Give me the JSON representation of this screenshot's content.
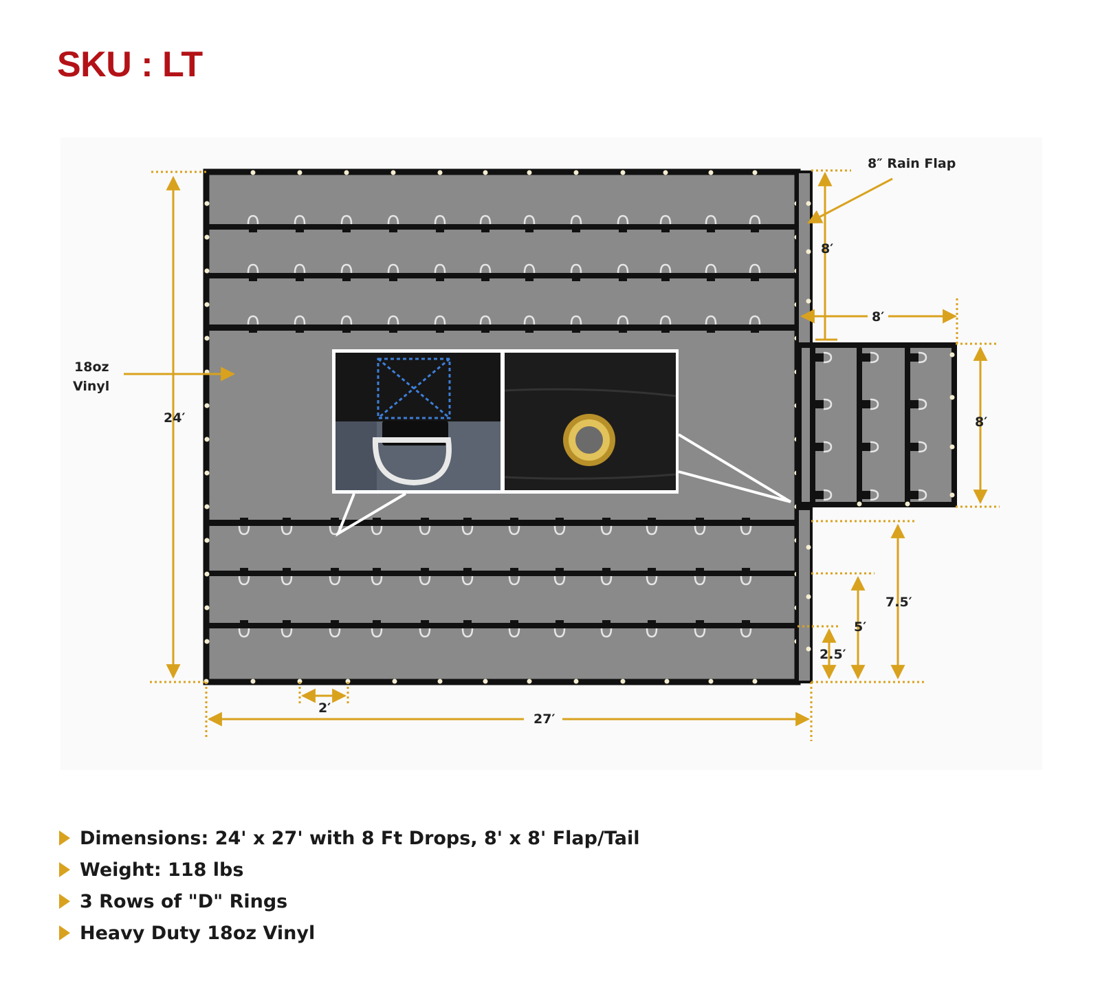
{
  "header": {
    "sku_label": "SKU : LT"
  },
  "labels": {
    "rain_flap": "8″ Rain Flap",
    "material": [
      "18oz",
      "Vinyl"
    ],
    "height": "24′",
    "width": "27′",
    "grommet_spacing": "2′",
    "drop_height": "8′",
    "tail_width": "8′",
    "tail_height": "8′",
    "spacing_7_5": "7.5′",
    "spacing_5": "5′",
    "spacing_2_5": "2.5′"
  },
  "specs": [
    "Dimensions: 24' x 27' with 8 Ft Drops, 8' x 8' Flap/Tail",
    "Weight: 118 lbs",
    "3 Rows of \"D\" Rings",
    "Heavy Duty 18oz Vinyl"
  ],
  "colors": {
    "title": "#b31217",
    "accent": "#d9a21e",
    "tarp": "#8a8a8a",
    "webbing": "#111111",
    "grommet": "#f3ecd0"
  },
  "icons": [
    "d-ring-icon",
    "grommet-icon",
    "arrow-bullet-icon"
  ]
}
